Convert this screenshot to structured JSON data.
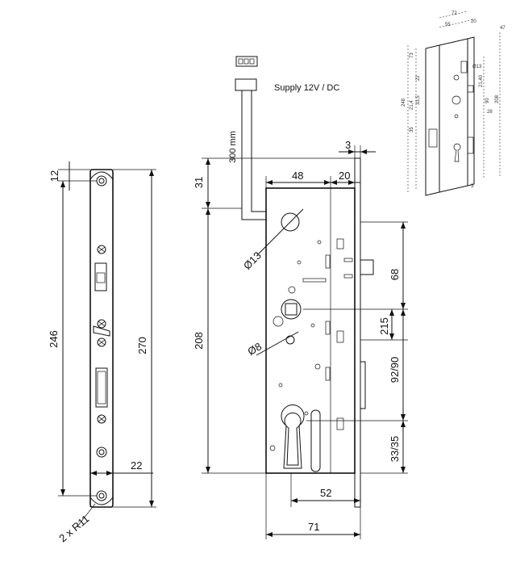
{
  "front_plate": {
    "dim_top": "12",
    "dim_inner": "246",
    "dim_total": "270",
    "dim_bottom": "22",
    "dim_radius": "2 x R11"
  },
  "lock_body": {
    "supply_label": "Supply  12V / DC",
    "cable_length": "300 mm",
    "dim_plate_thickness": "3",
    "dim_backset": "48",
    "dim_front": "20",
    "dim_top_offset": "31",
    "dim_height": "208",
    "dim_hole_diameter": "Ø13",
    "dim_small_hole": "Ø8",
    "dim_68": "68",
    "dim_215": "215",
    "dim_9290": "92/90",
    "dim_3335": "33/35",
    "dim_52": "52",
    "dim_71": "71"
  },
  "thumbnail": {
    "dims": [
      "72",
      "55",
      "20",
      "47",
      "73",
      "22",
      "Ø13",
      "21,40",
      "28",
      "248",
      "21,4",
      "33,5",
      "90",
      "208",
      "35",
      "3"
    ]
  }
}
